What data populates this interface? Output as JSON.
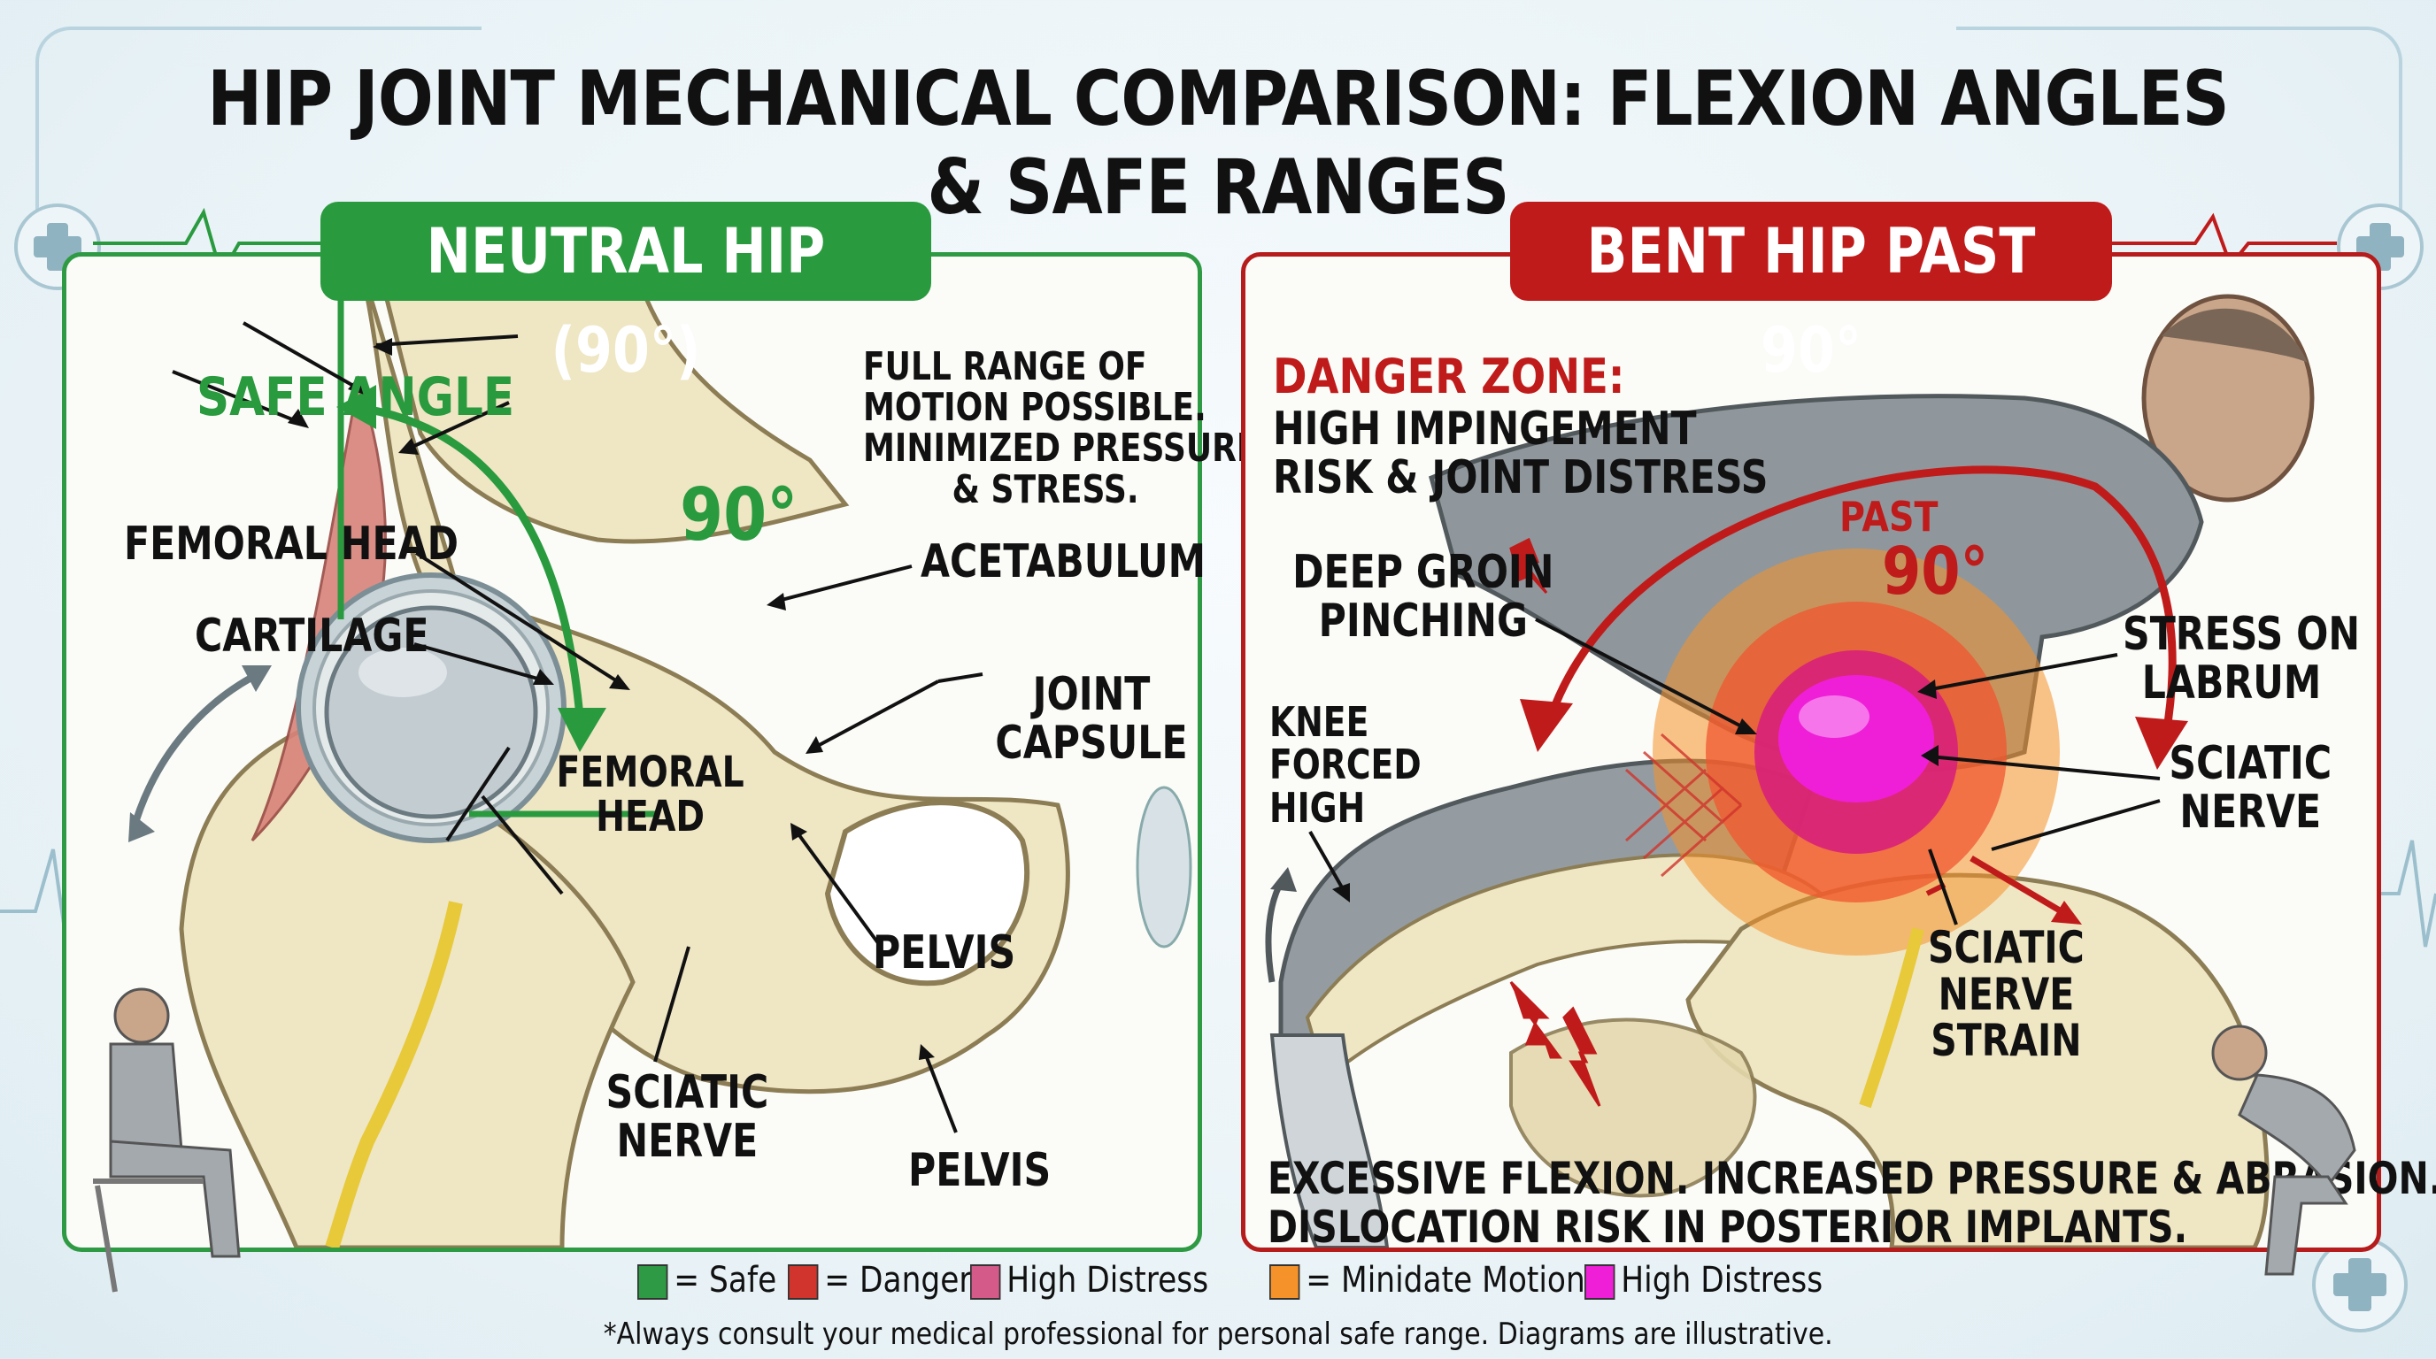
{
  "title": "HIP JOINT MECHANICAL COMPARISON: FLEXION ANGLES & SAFE RANGES",
  "left_panel": {
    "heading": "NEUTRAL HIP (90°)",
    "safe_angle": "SAFE ANGLE",
    "angle": "90°",
    "note": [
      "FULL RANGE OF",
      "MOTION POSSIBLE.",
      "MINIMIZED PRESSURE",
      "& STRESS."
    ],
    "labels": {
      "femoral_head_outer": "FEMORAL HEAD",
      "cartilage": "CARTILAGE",
      "acetabulum": "ACETABULUM",
      "joint_capsule": [
        "JOINT",
        "CAPSULE"
      ],
      "femoral_head_inner": [
        "FEMORAL",
        "HEAD"
      ],
      "pelvis_inner": "PELVIS",
      "sciatic_nerve": [
        "SCIATIC",
        "NERVE"
      ],
      "pelvis_bottom": "PELVIS"
    }
  },
  "right_panel": {
    "heading": "BENT HIP PAST 90°",
    "danger_title": "DANGER ZONE:",
    "danger_sub": [
      "HIGH IMPINGEMENT",
      "RISK & JOINT DISTRESS"
    ],
    "past": "PAST",
    "angle": "90°",
    "labels": {
      "deep_groin": [
        "DEEP GROIN",
        "PINCHING"
      ],
      "knee": [
        "KNEE",
        "FORCED",
        "HIGH"
      ],
      "stress_labrum": [
        "STRESS ON",
        "LABRUM"
      ],
      "sciatic_nerve": [
        "SCIATIC",
        "NERVE"
      ],
      "sciatic_strain": [
        "SCIATIC",
        "NERVE",
        "STRAIN"
      ]
    },
    "footer": [
      "EXCESSIVE FLEXION. INCREASED PRESSURE & ABRASION.",
      "DISLOCATION RISK IN POSTERIOR IMPLANTS."
    ]
  },
  "legend": [
    {
      "label": "= Safe",
      "color": "#2e9a46"
    },
    {
      "label": "= Danger",
      "color": "#d0342c"
    },
    {
      "label": "High Distress",
      "color": "#d45a8a"
    },
    {
      "label": "= Minidate Motion:",
      "color": "#f5922a"
    },
    {
      "label": "High Distress",
      "color": "#ef1fd8"
    }
  ],
  "disclaimer": "*Always consult your medical professional for personal safe range. Diagrams are illustrative.",
  "colors": {
    "safe": "#2a9a3f",
    "danger": "#c01b1b",
    "bone": "#efe6c4",
    "femoral_head": "#c9d3d8"
  },
  "icons": [
    "plus-medical-icon",
    "stethoscope-icon",
    "heartbeat-icon",
    "sitting-person-icon",
    "bending-person-icon"
  ]
}
